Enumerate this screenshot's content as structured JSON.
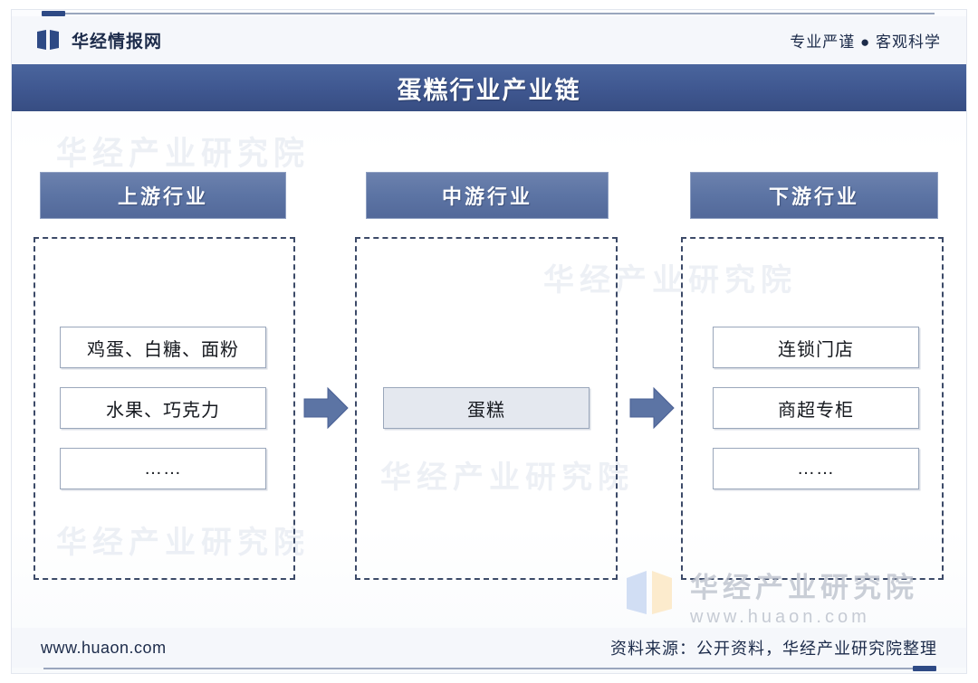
{
  "header": {
    "logo_icon": "huaon-bowtie-logo-icon",
    "brand": "华经情报网",
    "tagline": "专业严谨 ● 客观科学"
  },
  "title": "蛋糕行业产业链",
  "columns": [
    {
      "key": "upstream",
      "heading": "上游行业",
      "items": [
        "鸡蛋、白糖、面粉",
        "水果、巧克力",
        "……"
      ],
      "highlight": [
        false,
        false,
        false
      ]
    },
    {
      "key": "midstream",
      "heading": "中游行业",
      "items": [
        "蛋糕"
      ],
      "highlight": [
        true
      ]
    },
    {
      "key": "downstream",
      "heading": "下游行业",
      "items": [
        "连锁门店",
        "商超专柜",
        "……"
      ],
      "highlight": [
        false,
        false,
        false
      ]
    }
  ],
  "arrows": [
    {
      "name": "arrow-upstream-to-midstream",
      "icon": "right-arrow-icon"
    },
    {
      "name": "arrow-midstream-to-downstream",
      "icon": "right-arrow-icon"
    }
  ],
  "watermarks": {
    "body": [
      "华经产业研究院",
      "华经产业研究院",
      "华经产业研究院",
      "华经产业研究院"
    ],
    "corner_cn": "华经产业研究院",
    "corner_url": "www.huaon.com"
  },
  "footer": {
    "url": "www.huaon.com",
    "source": "资料来源：公开资料，华经产业研究院整理"
  },
  "colors": {
    "title_bar": "#3f5790",
    "column_head": "#5c74a4",
    "dashed_border": "#3c4a68",
    "arrow": "#5c74a4",
    "item_fill_highlight": "#e4e8ef",
    "rule": "#9aa6bd",
    "rule_cap": "#2e4a85",
    "text_dark": "#1c2b4a"
  }
}
